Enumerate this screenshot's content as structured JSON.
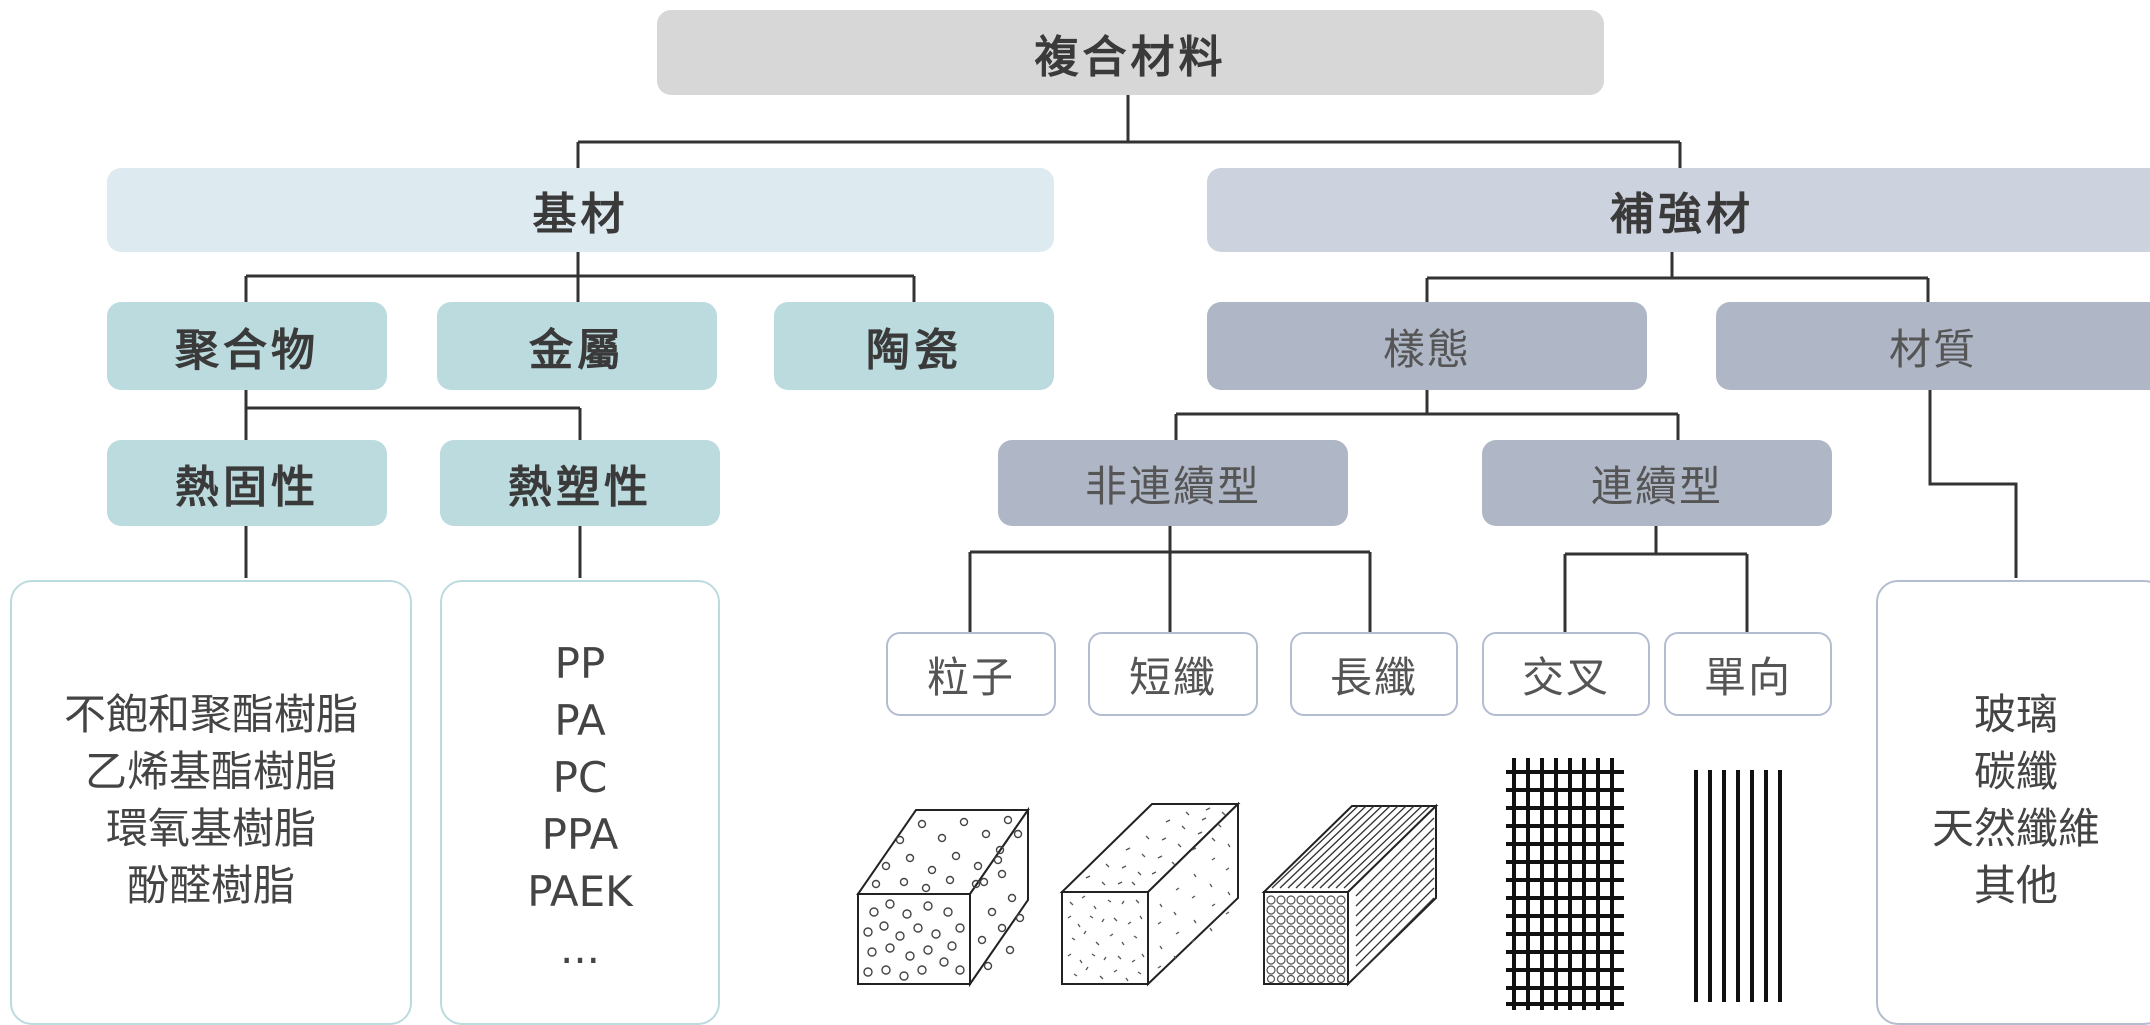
{
  "root": {
    "label": "複合材料"
  },
  "matrix": {
    "label": "基材",
    "polymer": "聚合物",
    "metal": "金屬",
    "ceramic": "陶瓷",
    "thermoset": {
      "label": "熱固性",
      "items": [
        "不飽和聚酯樹脂",
        "乙烯基酯樹脂",
        "環氧基樹脂",
        "酚醛樹脂"
      ]
    },
    "thermoplastic": {
      "label": "熱塑性",
      "items": [
        "PP",
        "PA",
        "PC",
        "PPA",
        "PAEK",
        "..."
      ]
    }
  },
  "reinforcement": {
    "label": "補強材",
    "form": {
      "label": "樣態",
      "discontinuous": {
        "label": "非連續型",
        "items": [
          "粒子",
          "短纖",
          "長纖"
        ]
      },
      "continuous": {
        "label": "連續型",
        "items": [
          "交叉",
          "單向"
        ]
      }
    },
    "material": {
      "label": "材質",
      "items": [
        "玻璃",
        "碳纖",
        "天然纖維",
        "其他"
      ]
    }
  },
  "colors": {
    "root": "#d7d7d7",
    "matrix_header": "#ddeaef",
    "matrix_node": "#bcdbdf",
    "reinforcement_header": "#cdd3de",
    "reinforcement_node": "#afb7c7",
    "connector": "#333333"
  }
}
